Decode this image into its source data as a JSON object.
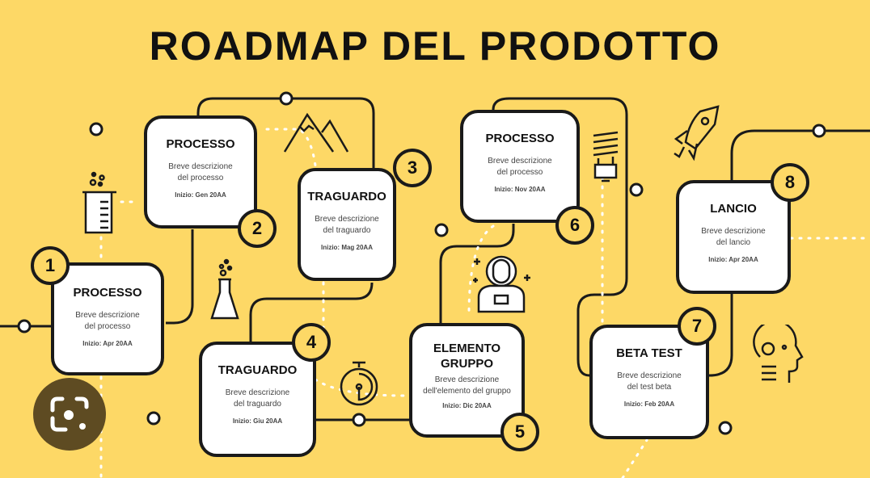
{
  "title": "ROADMAP DEL PRODOTTO",
  "steps": [
    {
      "num": "1",
      "title": "PROCESSO",
      "desc1": "Breve descrizione",
      "desc2": "del processo",
      "start": "Inizio: Apr 20AA"
    },
    {
      "num": "2",
      "title": "PROCESSO",
      "desc1": "Breve descrizione",
      "desc2": "del processo",
      "start": "Inizio: Gen 20AA"
    },
    {
      "num": "3",
      "title": "TRAGUARDO",
      "desc1": "Breve descrizione",
      "desc2": "del traguardo",
      "start": "Inizio: Mag 20AA"
    },
    {
      "num": "4",
      "title": "TRAGUARDO",
      "desc1": "Breve descrizione",
      "desc2": "del traguardo",
      "start": "Inizio: Giu 20AA"
    },
    {
      "num": "5",
      "title": "ELEMENTO GRUPPO",
      "desc1": "Breve descrizione",
      "desc2": "dell'elemento del gruppo",
      "start": "Inizio: Dic 20AA"
    },
    {
      "num": "6",
      "title": "PROCESSO",
      "desc1": "Breve descrizione",
      "desc2": "del processo",
      "start": "Inizio: Nov 20AA"
    },
    {
      "num": "7",
      "title": "BETA TEST",
      "desc1": "Breve descrizione",
      "desc2": "del test beta",
      "start": "Inizio: Feb 20AA"
    },
    {
      "num": "8",
      "title": "LANCIO",
      "desc1": "Breve descrizione",
      "desc2": "del lancio",
      "start": "Inizio: Apr 20AA"
    }
  ],
  "colors": {
    "background": "#fdd866",
    "line": "#1a1a1a",
    "lens_button": "#5e4b22"
  }
}
